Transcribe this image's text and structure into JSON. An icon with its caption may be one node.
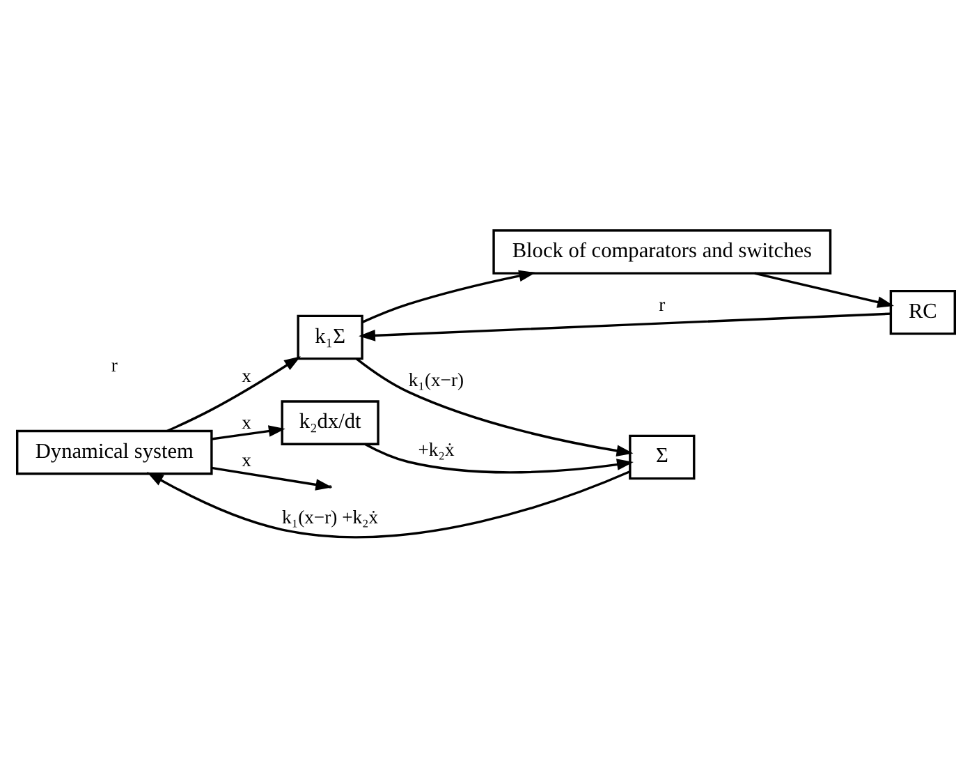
{
  "diagram": {
    "nodes": [
      {
        "text": [
          "Dynamical system"
        ]
      },
      {
        "text": [
          "k₂dx/dt"
        ]
      },
      {
        "text": [
          "Σ"
        ]
      },
      {
        "text": [
          "k₁Σ"
        ]
      },
      {
        "text": [
          "Block of comparators and switches"
        ]
      },
      {
        "text": [
          "RC"
        ]
      }
    ],
    "edges": [
      {
        "from": 2,
        "to": 0,
        "arrow": "to",
        "label": "k₁(x−r) +k₂ẋ"
      },
      {
        "from": 0,
        "to": null,
        "arrow": "to",
        "label": "x"
      },
      {
        "from": 0,
        "to": 1,
        "arrow": "to",
        "label": "x"
      },
      {
        "from": 1,
        "to": 2,
        "arrow": "to",
        "label": "+k₂ẋ"
      },
      {
        "from": 0,
        "to": 3,
        "arrow": "to",
        "label": "x"
      },
      {
        "from": 3,
        "to": 2,
        "arrow": "to",
        "label": "k₁(x−r)"
      },
      {
        "from": 3,
        "to": 4,
        "arrow": "to"
      },
      {
        "from": 4,
        "to": 5,
        "arrow": "to"
      },
      {
        "from": 5,
        "to": 3,
        "arrow": "to",
        "label": "r"
      }
    ],
    "labels": [
      "r"
    ]
  }
}
